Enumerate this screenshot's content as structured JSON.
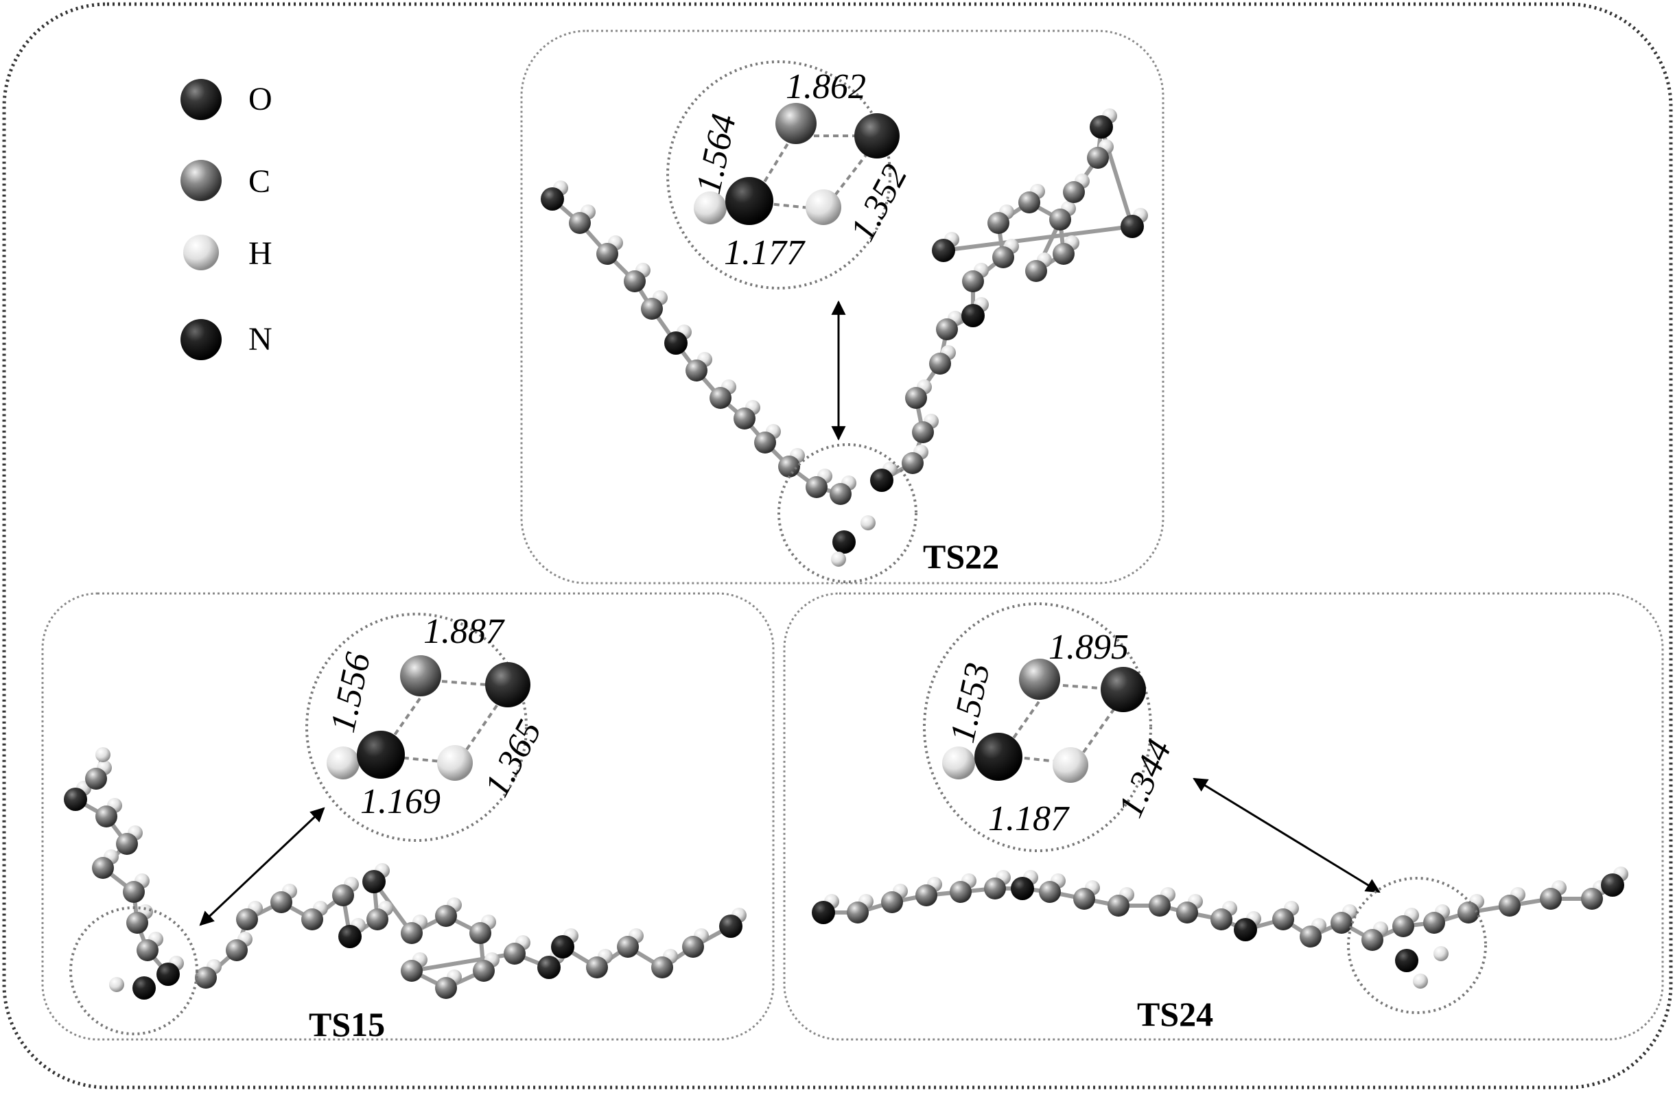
{
  "legend": [
    {
      "symbol": "O",
      "shade": "#1e1e1e"
    },
    {
      "symbol": "C",
      "shade": "#7a7a7a"
    },
    {
      "symbol": "H",
      "shade": "#e2e2e2"
    },
    {
      "symbol": "N",
      "shade": "#151515"
    }
  ],
  "panels": {
    "ts22": {
      "label": "TS22",
      "distances": {
        "top": "1.862",
        "left": "1.564",
        "right": "1.352",
        "bottom": "1.177"
      }
    },
    "ts15": {
      "label": "TS15",
      "distances": {
        "top": "1.887",
        "left": "1.556",
        "right": "1.365",
        "bottom": "1.169"
      }
    },
    "ts24": {
      "label": "TS24",
      "distances": {
        "top": "1.895",
        "left": "1.553",
        "right": "1.344",
        "bottom": "1.187"
      }
    }
  },
  "colors": {
    "frame": "#333333",
    "panel_frame": "#888888",
    "atom_O": "#1e1e1e",
    "atom_C": "#7a7a7a",
    "atom_H": "#e2e2e2",
    "atom_N": "#151515"
  }
}
